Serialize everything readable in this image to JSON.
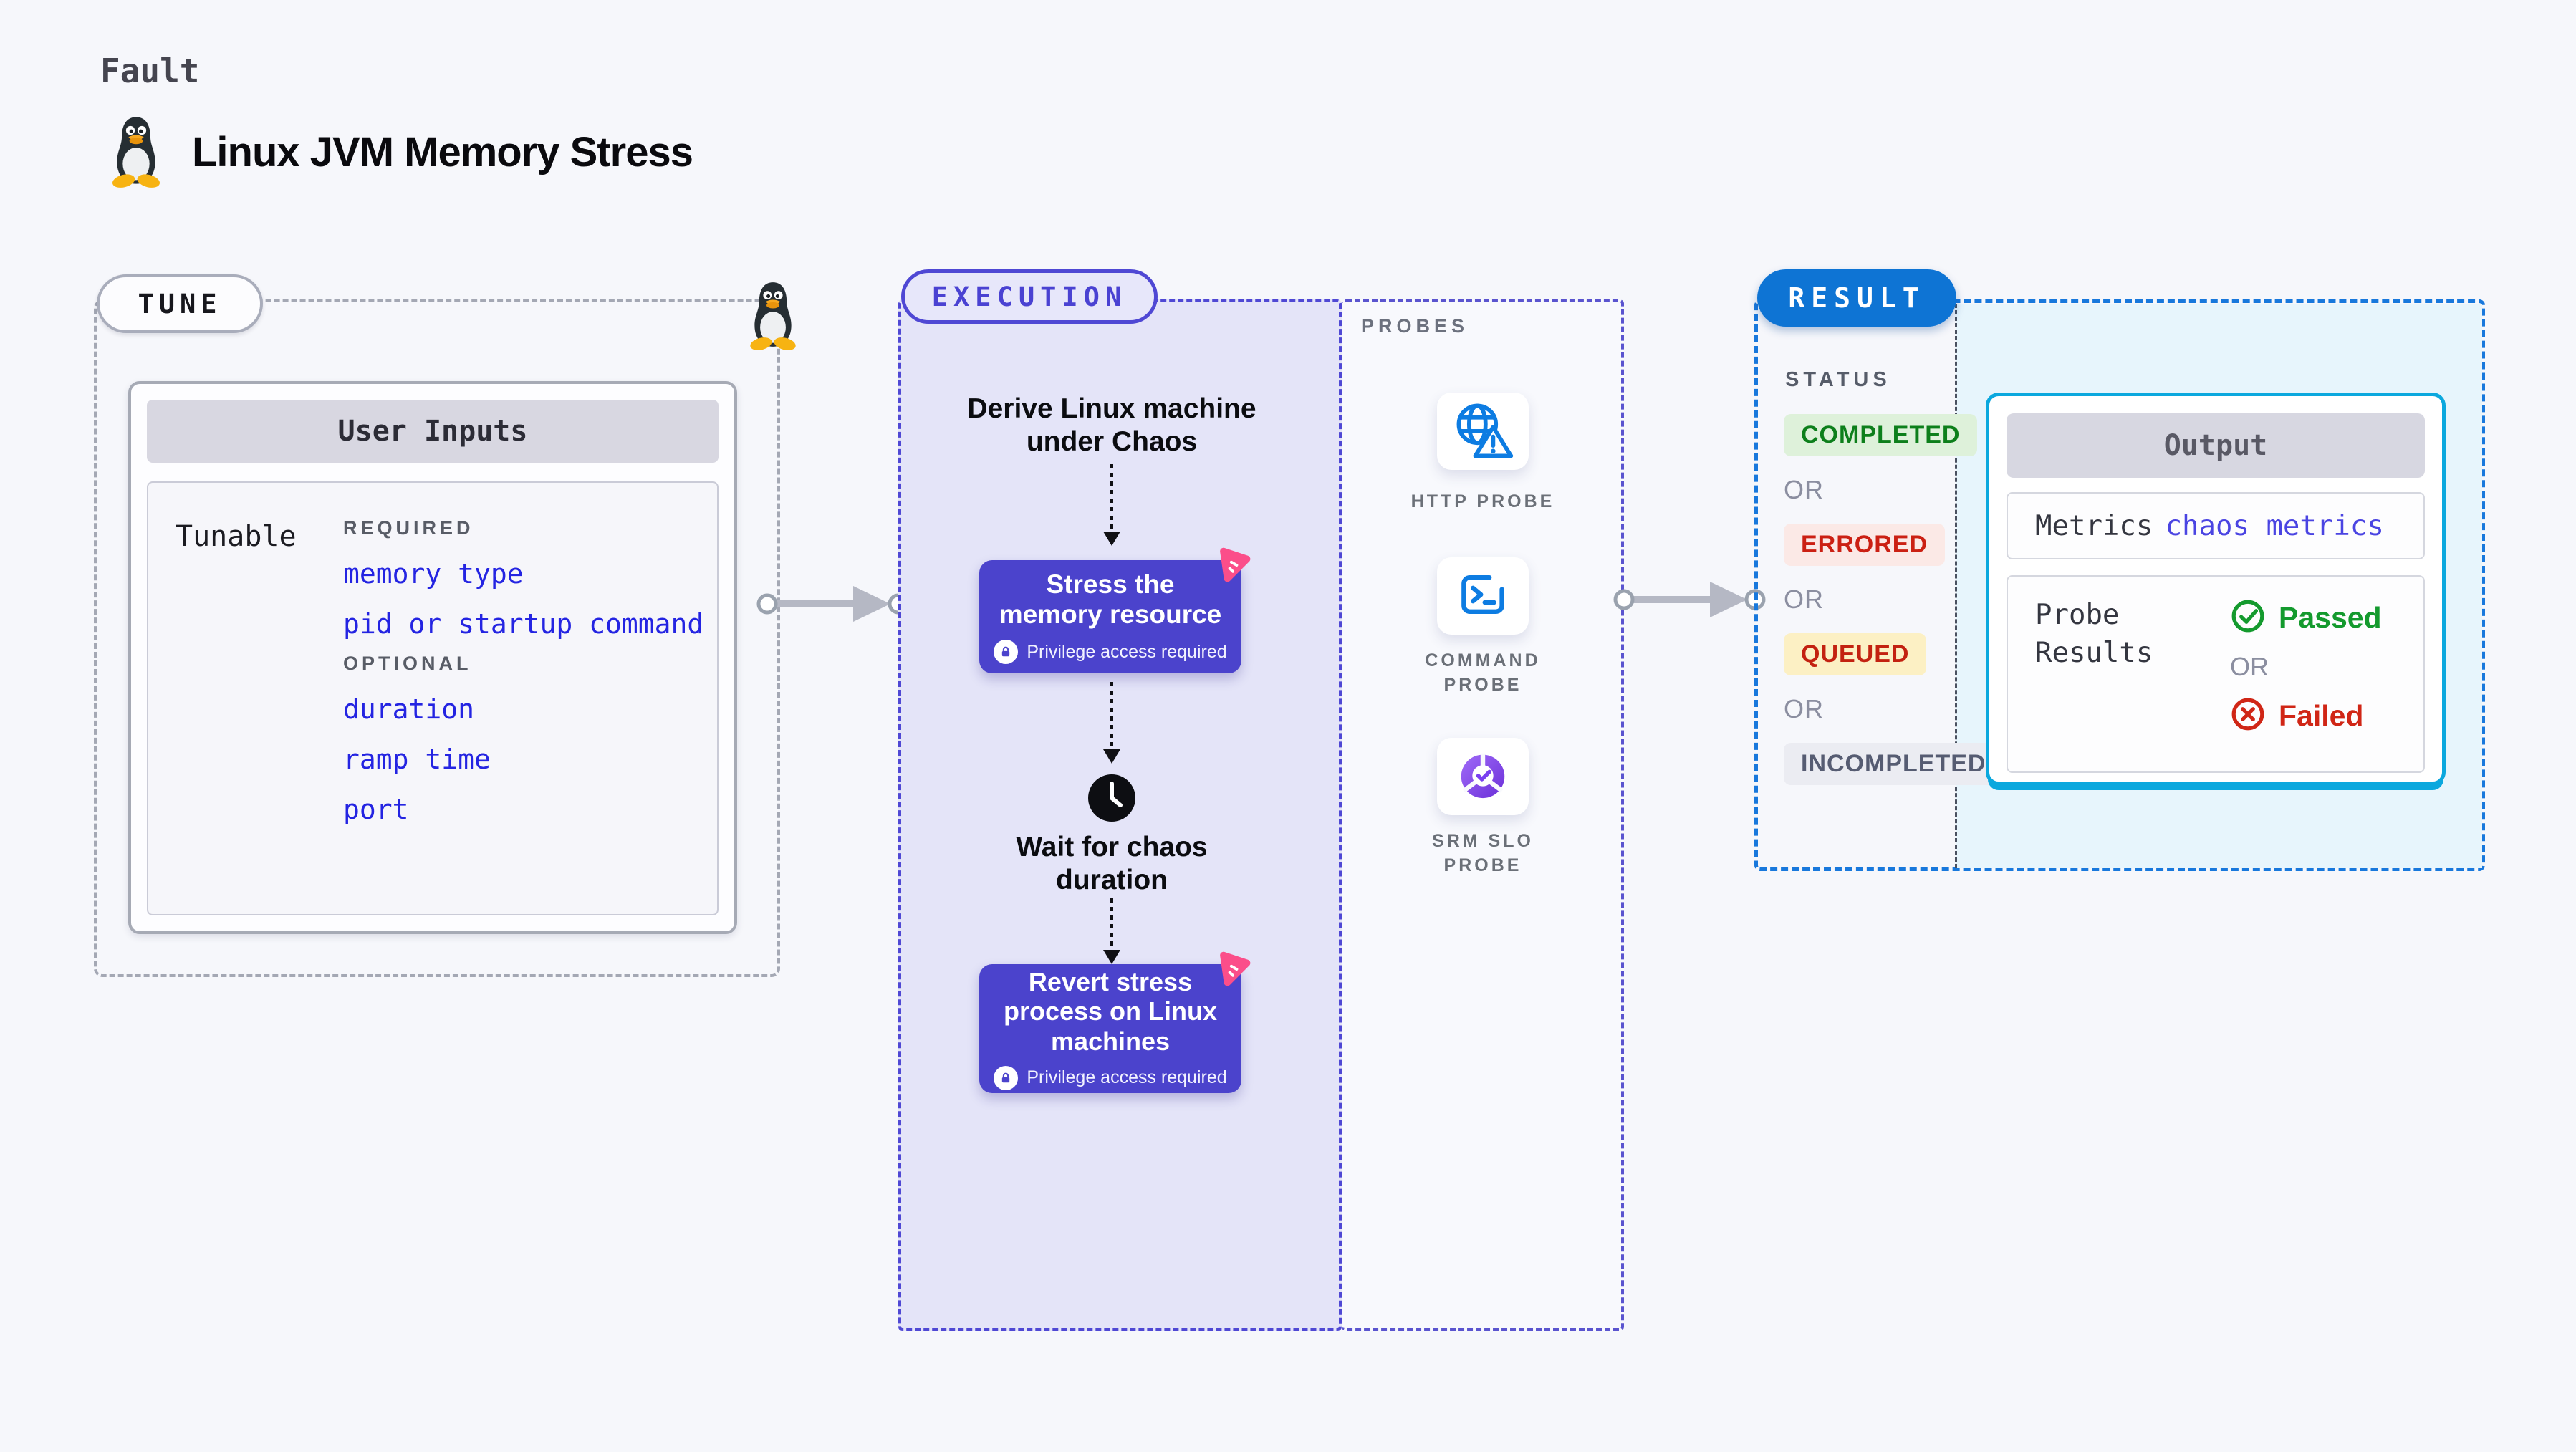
{
  "header": {
    "kind": "Fault",
    "title": "Linux JVM Memory Stress"
  },
  "tune": {
    "pill": "TUNE",
    "card_header": "User Inputs",
    "row_label": "Tunable",
    "required_heading": "REQUIRED",
    "required_items": [
      "memory type",
      "pid or startup command"
    ],
    "optional_heading": "OPTIONAL",
    "optional_items": [
      "duration",
      "ramp time",
      "port"
    ]
  },
  "execution": {
    "pill": "EXECUTION",
    "start_lines": [
      "Derive Linux machine",
      "under Chaos"
    ],
    "stress_node": {
      "title_lines": [
        "Stress the",
        "memory resource"
      ],
      "badge": "Privilege access required"
    },
    "wait_lines": [
      "Wait for chaos",
      "duration"
    ],
    "revert_node": {
      "title_lines": [
        "Revert stress",
        "process on Linux",
        "machines"
      ],
      "badge": "Privilege access required"
    }
  },
  "probes": {
    "heading": "PROBES",
    "items": [
      {
        "label": "HTTP PROBE",
        "icon": "globe-alert-icon"
      },
      {
        "label": "COMMAND PROBE",
        "icon": "terminal-icon"
      },
      {
        "label": "SRM SLO PROBE",
        "icon": "slo-pie-check-icon"
      }
    ]
  },
  "result": {
    "pill": "RESULT",
    "status_heading": "STATUS",
    "or_label": "OR",
    "statuses": [
      {
        "label": "COMPLETED",
        "fg": "#0d7f1b",
        "bg": "#def1da"
      },
      {
        "label": "ERRORED",
        "fg": "#cb2013",
        "bg": "#fbe9e6"
      },
      {
        "label": "QUEUED",
        "fg": "#c32110",
        "bg": "#fcf0c4"
      },
      {
        "label": "INCOMPLETED",
        "fg": "#565c72",
        "bg": "#ebecf2"
      }
    ],
    "output": {
      "header": "Output",
      "metrics_label": "Metrics",
      "metrics_value": "chaos metrics",
      "probe_results_label": "Probe Results",
      "passed_label": "Passed",
      "failed_label": "Failed"
    }
  },
  "colors": {
    "page_bg": "#f6f7fb",
    "execution_accent": "#4f48d4",
    "execution_panel": "#e4e4f8",
    "node_bg": "#4b43cc",
    "result_accent": "#1878dc",
    "result_pill_bg": "#0e74d4",
    "result_panel": "#e7f5fc",
    "output_border": "#0ba8de",
    "link_blue": "#2424e2",
    "probe_icon_blue": "#0d7ce2",
    "srm_purple": "#7a3ff0",
    "passed_green": "#149a2e",
    "failed_red": "#d02616",
    "chaos_logo_pink": "#fb4e8a"
  }
}
